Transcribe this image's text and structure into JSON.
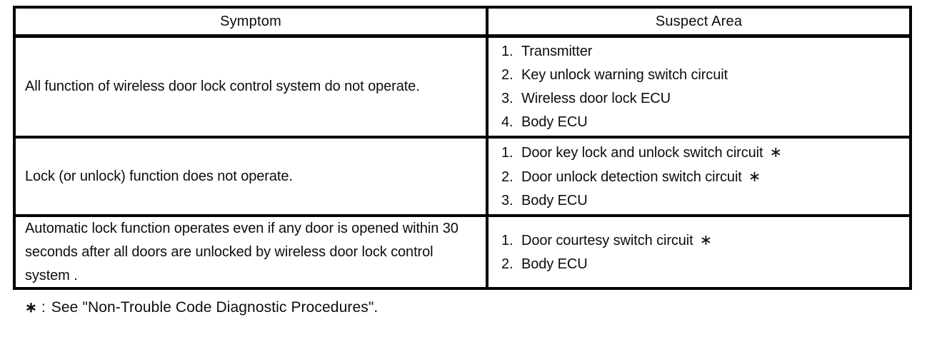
{
  "symbols": {
    "star": "∗"
  },
  "table": {
    "columns": [
      {
        "header": "Symptom"
      },
      {
        "header": "Suspect Area"
      }
    ],
    "rows": [
      {
        "symptom": "All function of wireless door lock control system do not operate.",
        "suspect_areas": [
          {
            "num": "1.",
            "text": "Transmitter",
            "star": false
          },
          {
            "num": "2.",
            "text": "Key unlock warning switch circuit",
            "star": false
          },
          {
            "num": "3.",
            "text": "Wireless door lock ECU",
            "star": false
          },
          {
            "num": "4.",
            "text": "Body ECU",
            "star": false
          }
        ]
      },
      {
        "symptom": "Lock (or unlock) function does not operate.",
        "suspect_areas": [
          {
            "num": "1.",
            "text": "Door key lock and unlock switch circuit",
            "star": true
          },
          {
            "num": "2.",
            "text": "Door unlock detection switch circuit",
            "star": true
          },
          {
            "num": "3.",
            "text": "Body ECU",
            "star": false
          }
        ]
      },
      {
        "symptom": "Automatic lock function operates even if any door is opened within 30 seconds after all doors are unlocked by wireless door lock control system .",
        "suspect_areas": [
          {
            "num": "1.",
            "text": "Door courtesy switch circuit",
            "star": true
          },
          {
            "num": "2.",
            "text": "Body ECU",
            "star": false
          }
        ]
      }
    ]
  },
  "footnote": {
    "star": "∗",
    "separator": ":",
    "text": "See \"Non-Trouble Code Diagnostic Procedures\"."
  }
}
